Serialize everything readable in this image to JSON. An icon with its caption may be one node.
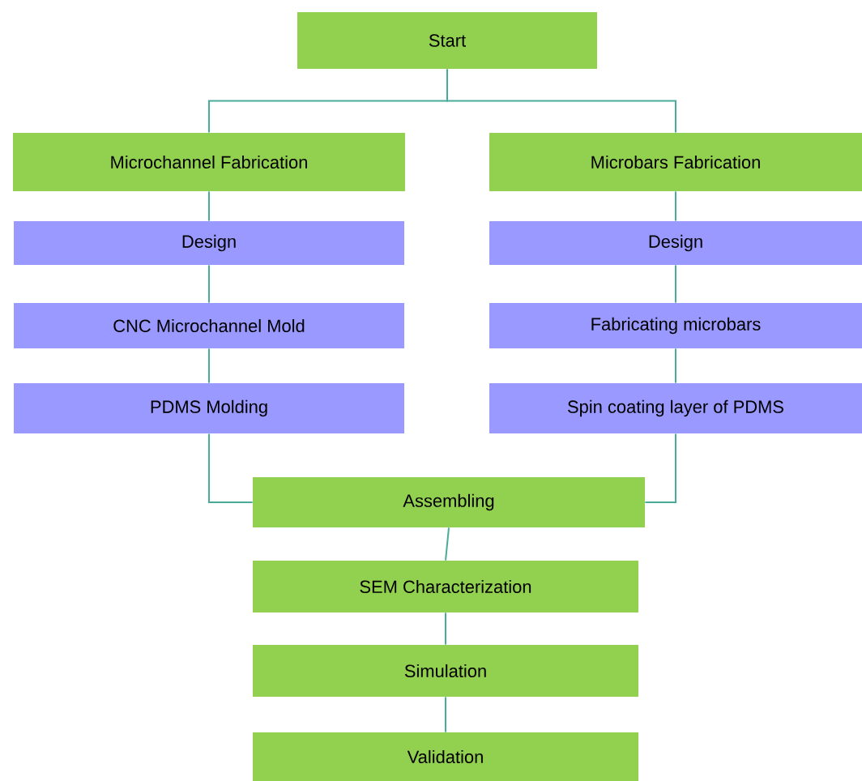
{
  "diagram": {
    "nodes": [
      {
        "text": [
          "Start"
        ]
      },
      {
        "text": [
          "Microchannel Fabrication"
        ]
      },
      {
        "text": [
          "Microbars Fabrication"
        ]
      },
      {
        "text": [
          "Design"
        ]
      },
      {
        "text": [
          "Design"
        ]
      },
      {
        "text": [
          "CNC Microchannel Mold"
        ]
      },
      {
        "text": [
          "Fabricating microbars"
        ]
      },
      {
        "text": [
          "PDMS Molding"
        ]
      },
      {
        "text": [
          "Spin coating layer of PDMS"
        ]
      },
      {
        "text": [
          "Assembling"
        ]
      },
      {
        "text": [
          "SEM Characterization"
        ]
      },
      {
        "text": [
          "Simulation"
        ]
      },
      {
        "text": [
          "Validation"
        ]
      }
    ],
    "edges": [
      {
        "from": 0,
        "to": 1,
        "arrow": "none"
      },
      {
        "from": 0,
        "to": 2,
        "arrow": "none"
      },
      {
        "from": 1,
        "to": 3,
        "arrow": "none"
      },
      {
        "from": 2,
        "to": 4,
        "arrow": "none"
      },
      {
        "from": 3,
        "to": 5,
        "arrow": "none"
      },
      {
        "from": 4,
        "to": 6,
        "arrow": "none"
      },
      {
        "from": 5,
        "to": 7,
        "arrow": "none"
      },
      {
        "from": 6,
        "to": 8,
        "arrow": "none"
      },
      {
        "from": 7,
        "to": 9,
        "arrow": "none"
      },
      {
        "from": 8,
        "to": 9,
        "arrow": "none"
      },
      {
        "from": 9,
        "to": 10,
        "arrow": "none"
      },
      {
        "from": 10,
        "to": 11,
        "arrow": "none"
      },
      {
        "from": 11,
        "to": 12,
        "arrow": "none"
      }
    ]
  }
}
